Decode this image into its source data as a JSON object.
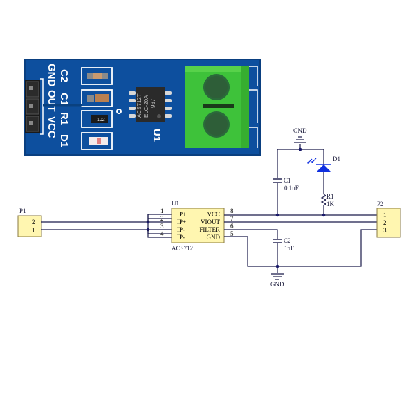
{
  "board": {
    "header_pins_label": [
      "GND",
      "OUT",
      "VCC"
    ],
    "silkscreen_labels": [
      "C2",
      "C1",
      "R1",
      "D1"
    ],
    "resistor_code": "102",
    "chip_marking": [
      "ACS712T",
      "ELC-20A",
      "937"
    ],
    "chip_ref": "U1",
    "colors": {
      "pcb": "#0d4f9e",
      "terminal": "#3ec23a",
      "silk": "#ffffff"
    }
  },
  "schematic": {
    "p1": {
      "ref": "P1",
      "pins": [
        "2",
        "1"
      ]
    },
    "u1": {
      "ref": "U1",
      "part": "ACS712",
      "left_pins": [
        {
          "num": "1",
          "name": "IP+"
        },
        {
          "num": "2",
          "name": "IP+"
        },
        {
          "num": "3",
          "name": "IP-"
        },
        {
          "num": "4",
          "name": "IP-"
        }
      ],
      "right_pins": [
        {
          "num": "8",
          "name": "VCC"
        },
        {
          "num": "7",
          "name": "VIOUT"
        },
        {
          "num": "6",
          "name": "FILTER"
        },
        {
          "num": "5",
          "name": "GND"
        }
      ]
    },
    "c1": {
      "ref": "C1",
      "value": "0.1uF"
    },
    "c2": {
      "ref": "C2",
      "value": "1nF"
    },
    "r1": {
      "ref": "R1",
      "value": "1K"
    },
    "d1": {
      "ref": "D1"
    },
    "gnd_top": "GND",
    "gnd_bottom": "GND",
    "p2": {
      "ref": "P2",
      "pins": [
        "1",
        "2",
        "3"
      ]
    },
    "colors": {
      "wire": "#1a1a4a",
      "component_fill": "#fff6b0",
      "led": "#1030e0"
    }
  }
}
